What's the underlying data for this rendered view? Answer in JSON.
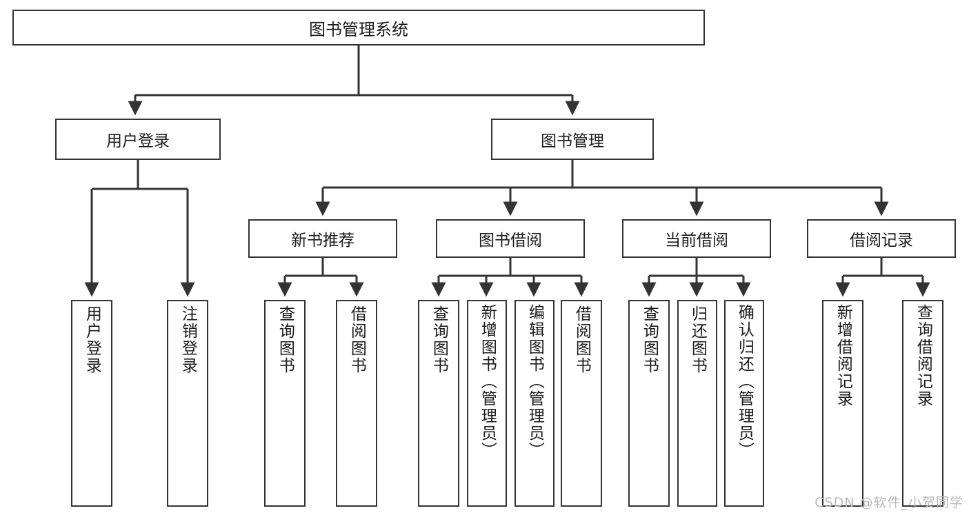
{
  "diagram": {
    "type": "tree-hierarchy",
    "title": "图书管理系统",
    "root": {
      "label": "图书管理系统"
    },
    "level2": [
      {
        "label": "用户登录"
      },
      {
        "label": "图书管理"
      }
    ],
    "level3": [
      {
        "label": "新书推荐"
      },
      {
        "label": "图书借阅"
      },
      {
        "label": "当前借阅"
      },
      {
        "label": "借阅记录"
      }
    ],
    "leaves": {
      "user_login": [
        {
          "label": "用户登录"
        },
        {
          "label": "注销登录"
        }
      ],
      "new_book_recommend": [
        {
          "label": "查询图书"
        },
        {
          "label": "借阅图书"
        }
      ],
      "book_borrow": [
        {
          "label": "查询图书"
        },
        {
          "label": "新增图书（管理员）"
        },
        {
          "label": "编辑图书（管理员）"
        },
        {
          "label": "借阅图书"
        }
      ],
      "current_borrow": [
        {
          "label": "查询图书"
        },
        {
          "label": "归还图书"
        },
        {
          "label": "确认归还（管理员）"
        }
      ],
      "borrow_record": [
        {
          "label": "新增借阅记录"
        },
        {
          "label": "查询借阅记录"
        }
      ]
    }
  },
  "watermark": {
    "text": "CSDN @软件_小贺同学"
  },
  "colors": {
    "stroke": "#333333",
    "text": "#1b1b1b",
    "background": "#ffffff",
    "watermark": "#b9b9b9"
  }
}
